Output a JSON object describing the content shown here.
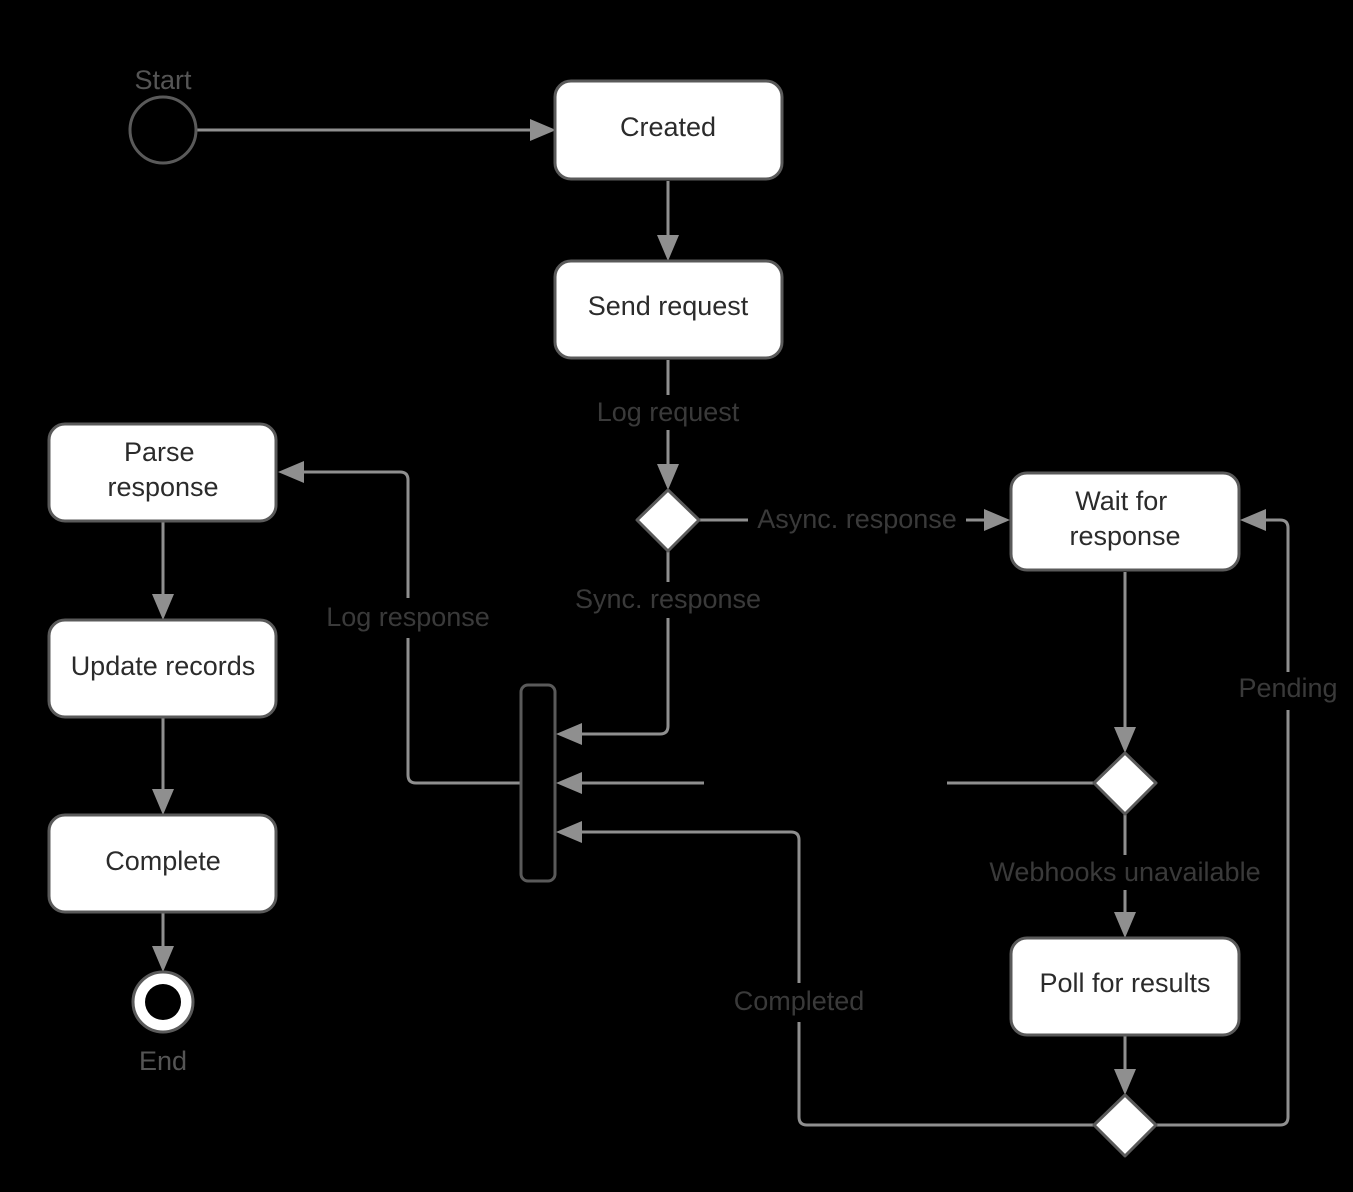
{
  "diagram": {
    "start_label": "Start",
    "end_label": "End",
    "nodes": {
      "created": [
        "Created"
      ],
      "send_request": [
        "Send request"
      ],
      "parse_response": [
        "Parse",
        "response"
      ],
      "update_records": [
        "Update records"
      ],
      "complete": [
        "Complete"
      ],
      "wait_for_response": [
        "Wait for",
        "response"
      ],
      "poll_for_results": [
        "Poll for results"
      ]
    },
    "edge_labels": {
      "log_request": "Log request",
      "async_response": "Async. response",
      "sync_response": "Sync. response",
      "log_response": "Log response",
      "pending": "Pending",
      "webhooks_unavailable": "Webhooks unavailable",
      "completed": "Completed"
    }
  }
}
